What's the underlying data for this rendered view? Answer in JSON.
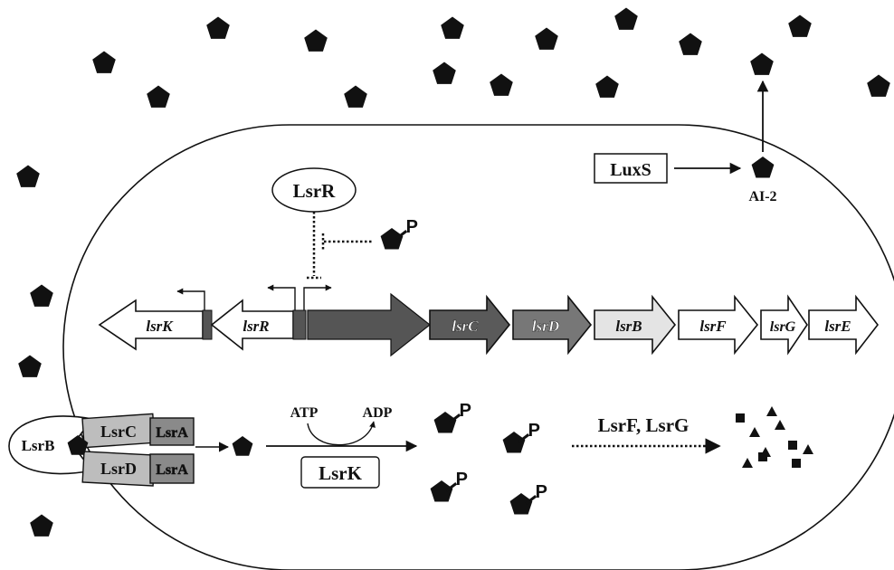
{
  "colors": {
    "ink": "#111111",
    "promoter_block": "#555555",
    "lsrC_fill": "#5a5a5a",
    "lsrD_fill": "#777777",
    "lsrB_fill": "#e4e4e4",
    "lsrA_fill": "#8a8a8a",
    "transporter_fill": "#bdbdbd"
  },
  "icons": {
    "ai2_molecule": "pentagon-icon",
    "phosphate_tag": "phospho-p-icon",
    "degradation_products": "square-triangle-icons"
  },
  "labels": {
    "luxs": "LuxS",
    "ai2": "AI-2",
    "lsrr_protein": "LsrR",
    "phospho_p": "P",
    "lsrb_protein": "LsrB",
    "lsrc_protein": "LsrC",
    "lsrd_protein": "LsrD",
    "lsra_protein_top": "LsrA",
    "lsra_protein_bottom": "LsrA",
    "atp": "ATP",
    "adp": "ADP",
    "lsrk_kinase": "LsrK",
    "degradation_enzymes": "LsrF, LsrG"
  },
  "genes": [
    {
      "name": "lsrK"
    },
    {
      "name": "lsrR"
    },
    {
      "name": "lsrC"
    },
    {
      "name": "lsrD"
    },
    {
      "name": "lsrB"
    },
    {
      "name": "lsrF"
    },
    {
      "name": "lsrG"
    },
    {
      "name": "lsrE"
    }
  ]
}
